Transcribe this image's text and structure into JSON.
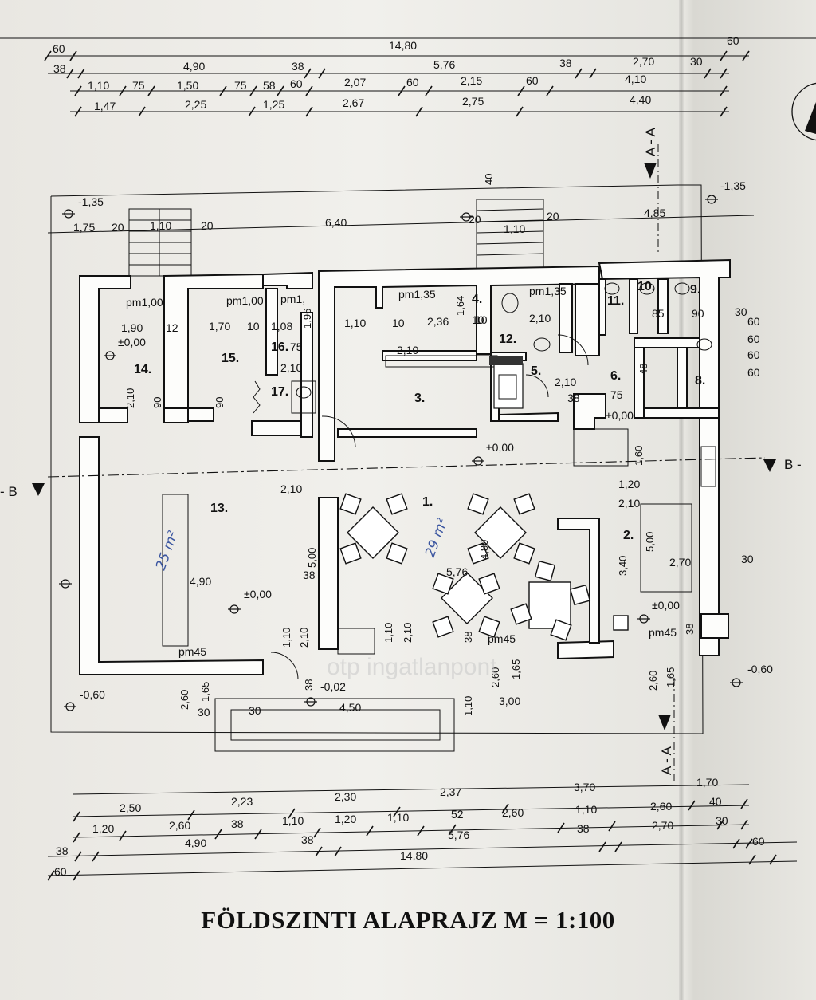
{
  "title": "FÖLDSZINTI ALAPRAJZ M = 1:100",
  "section_marks": {
    "aa": "A - A",
    "b_left": "- B",
    "b_right": "B -"
  },
  "top_dims": {
    "row1": [
      "60",
      "14,80",
      "60"
    ],
    "row2": [
      "38",
      "4,90",
      "38",
      "5,76",
      "38",
      "2,70",
      "30"
    ],
    "row3": [
      "1,10",
      "75",
      "1,50",
      "75",
      "58",
      "60",
      "2,07",
      "60",
      "2,15",
      "60",
      "4,10"
    ],
    "row4": [
      "1,47",
      "2,25",
      "1,25",
      "2,67",
      "2,75",
      "4,40"
    ]
  },
  "bottom_dims": {
    "row1": [
      "2,50",
      "2,23",
      "2,30",
      "2,37",
      "3,70",
      "1,70"
    ],
    "row2": [
      "1,20",
      "2,60",
      "38",
      "1,10",
      "1,20",
      "1,10",
      "52",
      "2,60",
      "1,10",
      "2,60",
      "40"
    ],
    "row3": [
      "38",
      "4,90",
      "38",
      "5,76",
      "38",
      "2,70",
      "30"
    ],
    "row4": [
      "60",
      "14,80",
      "60"
    ]
  },
  "upper_dims": [
    "1,75",
    "20",
    "1,10",
    "20",
    "6,40",
    "20",
    "1,10",
    "20",
    "4,85",
    "40",
    "-1,35",
    "-1,35"
  ],
  "rooms": [
    "1.",
    "2.",
    "3.",
    "4.",
    "5.",
    "6.",
    "8.",
    "9.",
    "10.",
    "11.",
    "12.",
    "13.",
    "14.",
    "15.",
    "16.",
    "17."
  ],
  "levels": [
    "±0,00",
    "±0,00",
    "±0,00",
    "±0,00",
    "±0,00",
    "-0,60",
    "-0,60",
    "-0,02"
  ],
  "inner_labels": [
    "pm1,00",
    "pm1,00",
    "pm1,",
    "pm1,35",
    "pm1,35",
    "1,90",
    "12",
    "1,70",
    "10",
    "1,08",
    "1,10",
    "10",
    "2,36",
    "10",
    "2,10",
    "2,10",
    "2,10",
    "2,10",
    "2,10",
    "90",
    "90",
    "2,10",
    "2,10",
    "5,00",
    "4,90",
    "38",
    "4,80",
    "5,76",
    "1,20",
    "2,10",
    "5,00",
    "3,40",
    "2,70",
    "30",
    "pm45",
    "pm45",
    "pm45",
    "2,60",
    "1,65",
    "30",
    "30",
    "4,50",
    "2,60",
    "1,65",
    "3,00",
    "1,10",
    "38",
    "2,60",
    "1,65",
    "38",
    "1,10",
    "2,10",
    "38",
    "1,10",
    "2,10",
    "1,64",
    "1,96",
    "75",
    "10",
    "85",
    "90",
    "30",
    "60",
    "60",
    "60",
    "60",
    "75",
    "38",
    "48",
    "1,60"
  ],
  "handwriting": [
    "25 m²",
    "29 m²"
  ],
  "watermark": "otp ingatlanpont"
}
